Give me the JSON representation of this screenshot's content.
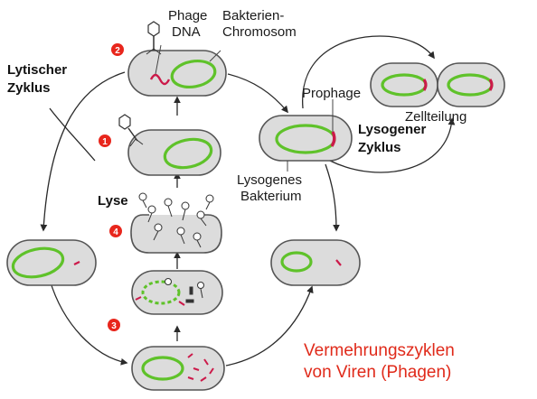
{
  "labels": {
    "phage_dna_line1": "Phage",
    "phage_dna_line2": "DNA",
    "chromosome_line1": "Bakterien-",
    "chromosome_line2": "Chromosom",
    "lytic_line1": "Lytischer",
    "lytic_line2": "Zyklus",
    "lysogenic_line1": "Lysogener",
    "lysogenic_line2": "Zyklus",
    "prophage": "Prophage",
    "cell_division": "Zellteilung",
    "lysogenic_bacterium_line1": "Lysogenes",
    "lysogenic_bacterium_line2": "Bakterium",
    "lysis": "Lyse",
    "title_line1": "Vermehrungszyklen",
    "title_line2": "von Viren (Phagen)"
  },
  "steps": [
    "1",
    "2",
    "3",
    "4"
  ],
  "colors": {
    "chromosome": "#5fc22a",
    "phage_dna": "#cc1a4a",
    "cell_fill": "#dcdcdc",
    "step_badge": "#e8261c",
    "title": "#e02a1a",
    "arrow": "#2a2a2a"
  }
}
